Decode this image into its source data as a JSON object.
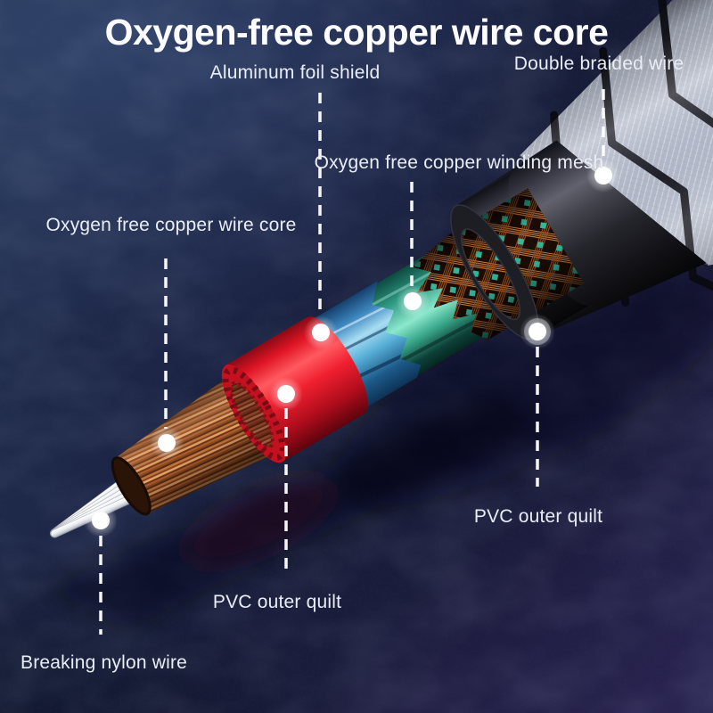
{
  "title": "Oxygen-free copper wire core",
  "callouts": {
    "aluminum_foil_shield": {
      "text": "Aluminum foil shield"
    },
    "double_braided_wire": {
      "text": "Double braided wire"
    },
    "copper_winding_mesh": {
      "text": "Oxygen free copper winding mesh"
    },
    "copper_wire_core": {
      "text": "Oxygen free copper wire core"
    },
    "pvc_outer_quilt_right": {
      "text": "PVC outer quilt"
    },
    "pvc_outer_quilt_bottom": {
      "text": "PVC outer quilt"
    },
    "breaking_nylon_wire": {
      "text": "Breaking nylon wire"
    }
  },
  "colors": {
    "background_navy": "#1b2444",
    "background_purple": "#272450",
    "title_text": "#fcfcfe",
    "label_text": "#e9edf4",
    "callout_line": "#ffffff",
    "nylon_white": "#f2f3f6",
    "copper_strand": "#c2763f",
    "red_pvc": "#e8192c",
    "foil_blue": "#7ac8e8",
    "foil_teal": "#2e9a82",
    "mesh_copper": "#cf7f42",
    "mesh_teal_dot": "#35c0a4",
    "black_pvc": "#1d1d24",
    "braid_silver": "#c6ccd8",
    "braid_band_black": "#0a0a10"
  }
}
